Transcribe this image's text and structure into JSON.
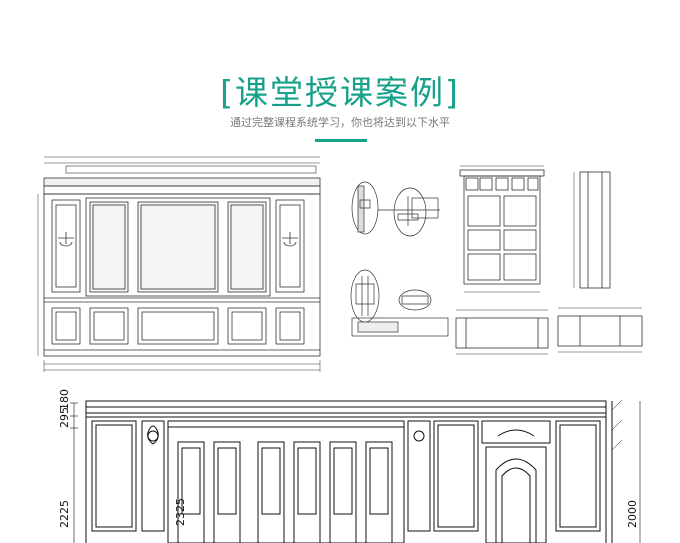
{
  "header": {
    "title_left_bracket": "[",
    "title": "课堂授课案例",
    "title_right_bracket": "]",
    "subtitle": "通过完整课程系统学习，你也将达到以下水平",
    "accent_color": "#17a08a"
  },
  "drawing_bottom": {
    "dim_top": "295",
    "dim_top2": "180",
    "dim_left": "2225",
    "dim_mid": "2325",
    "dim_right": "2000"
  }
}
